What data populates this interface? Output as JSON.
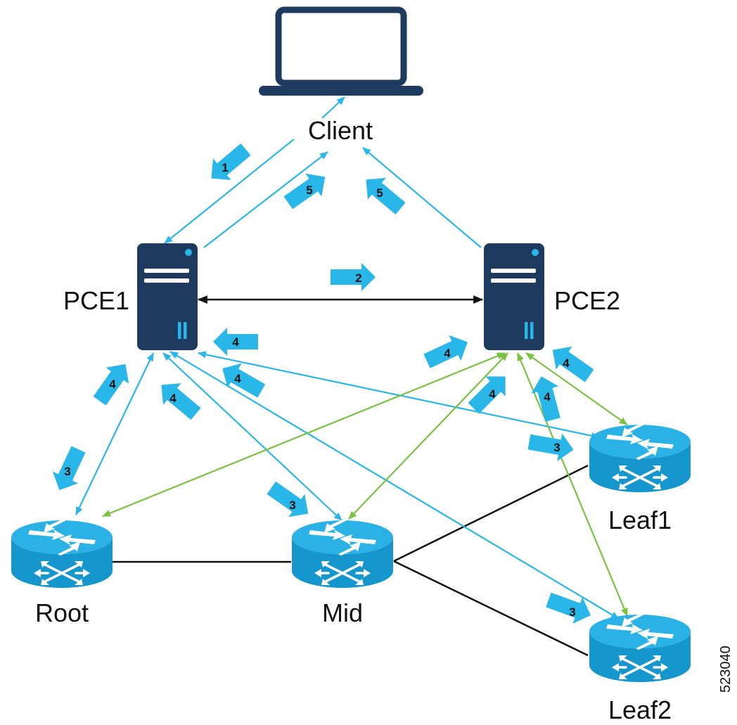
{
  "nodes": {
    "client": {
      "label": "Client"
    },
    "pce1": {
      "label": "PCE1"
    },
    "pce2": {
      "label": "PCE2"
    },
    "root": {
      "label": "Root"
    },
    "mid": {
      "label": "Mid"
    },
    "leaf1": {
      "label": "Leaf1"
    },
    "leaf2": {
      "label": "Leaf2"
    }
  },
  "step_badges": [
    "1",
    "2",
    "3",
    "4",
    "5"
  ],
  "figure_id": "523040",
  "colors": {
    "device_navy": "#1e3a5f",
    "router_blue": "#1ba1dc",
    "arrow_blue": "#29b6e8",
    "arrow_green": "#7ac143",
    "link_black": "#111111"
  }
}
